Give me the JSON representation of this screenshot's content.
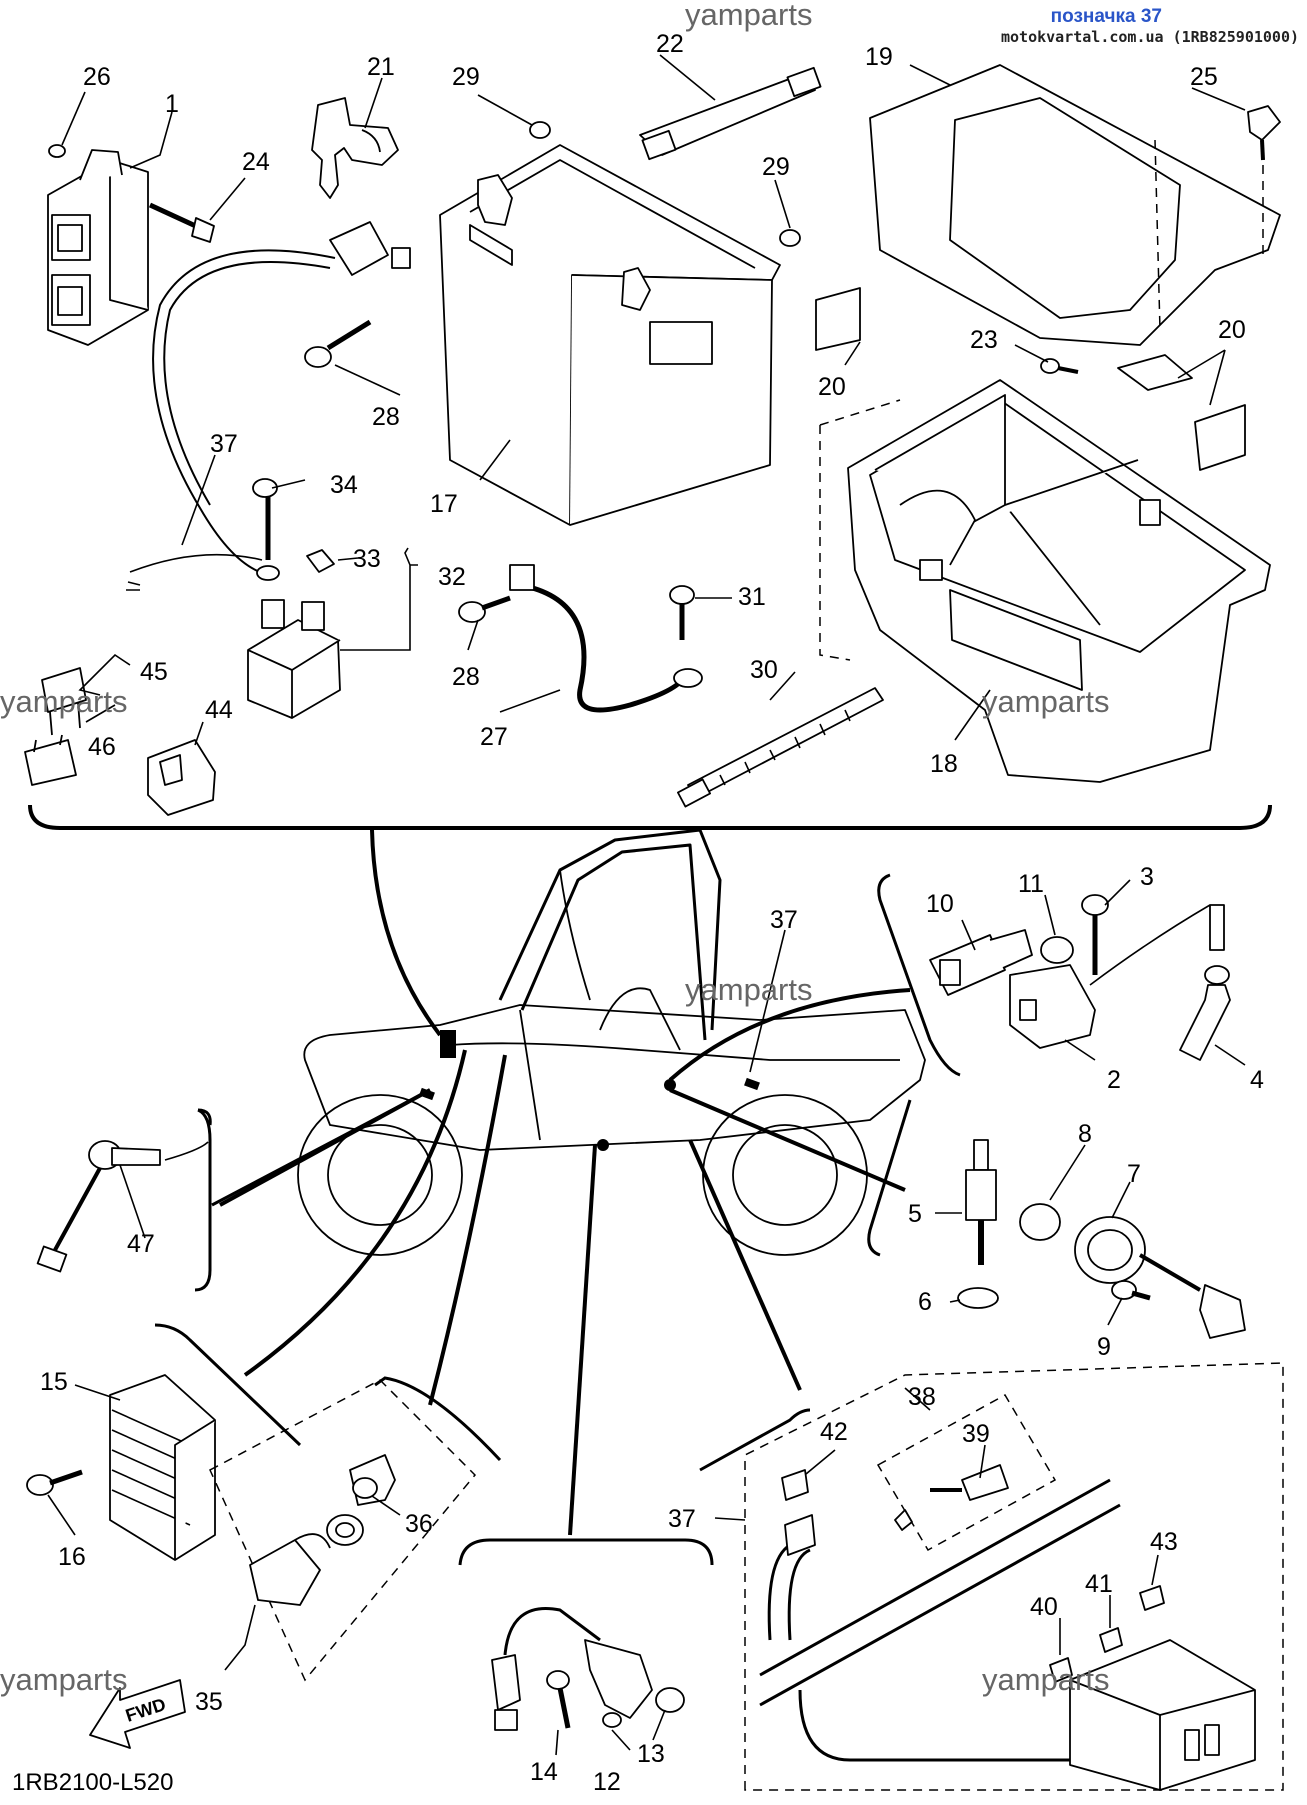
{
  "header": {
    "ref_label": "позначка 37",
    "site_label": "motokvartal.com.ua (1RB825901000)"
  },
  "watermark": "yamparts",
  "diagram_code": "1RB2100-L520",
  "fwd_label": "FWD",
  "callouts": {
    "c1": "1",
    "c2": "2",
    "c3": "3",
    "c4": "4",
    "c5": "5",
    "c6": "6",
    "c7": "7",
    "c8": "8",
    "c9": "9",
    "c10": "10",
    "c11": "11",
    "c12": "12",
    "c13": "13",
    "c14": "14",
    "c15": "15",
    "c16": "16",
    "c17": "17",
    "c18": "18",
    "c19": "19",
    "c20a": "20",
    "c20b": "20",
    "c21": "21",
    "c22": "22",
    "c23": "23",
    "c24": "24",
    "c25": "25",
    "c26": "26",
    "c27": "27",
    "c28a": "28",
    "c28b": "28",
    "c29a": "29",
    "c29b": "29",
    "c30": "30",
    "c31": "31",
    "c32": "32",
    "c33": "33",
    "c34": "34",
    "c35": "35",
    "c36": "36",
    "c37a": "37",
    "c37b": "37",
    "c37c": "37",
    "c38": "38",
    "c39": "39",
    "c40": "40",
    "c41": "41",
    "c42": "42",
    "c43": "43",
    "c44": "44",
    "c45": "45",
    "c46": "46",
    "c47": "47"
  }
}
